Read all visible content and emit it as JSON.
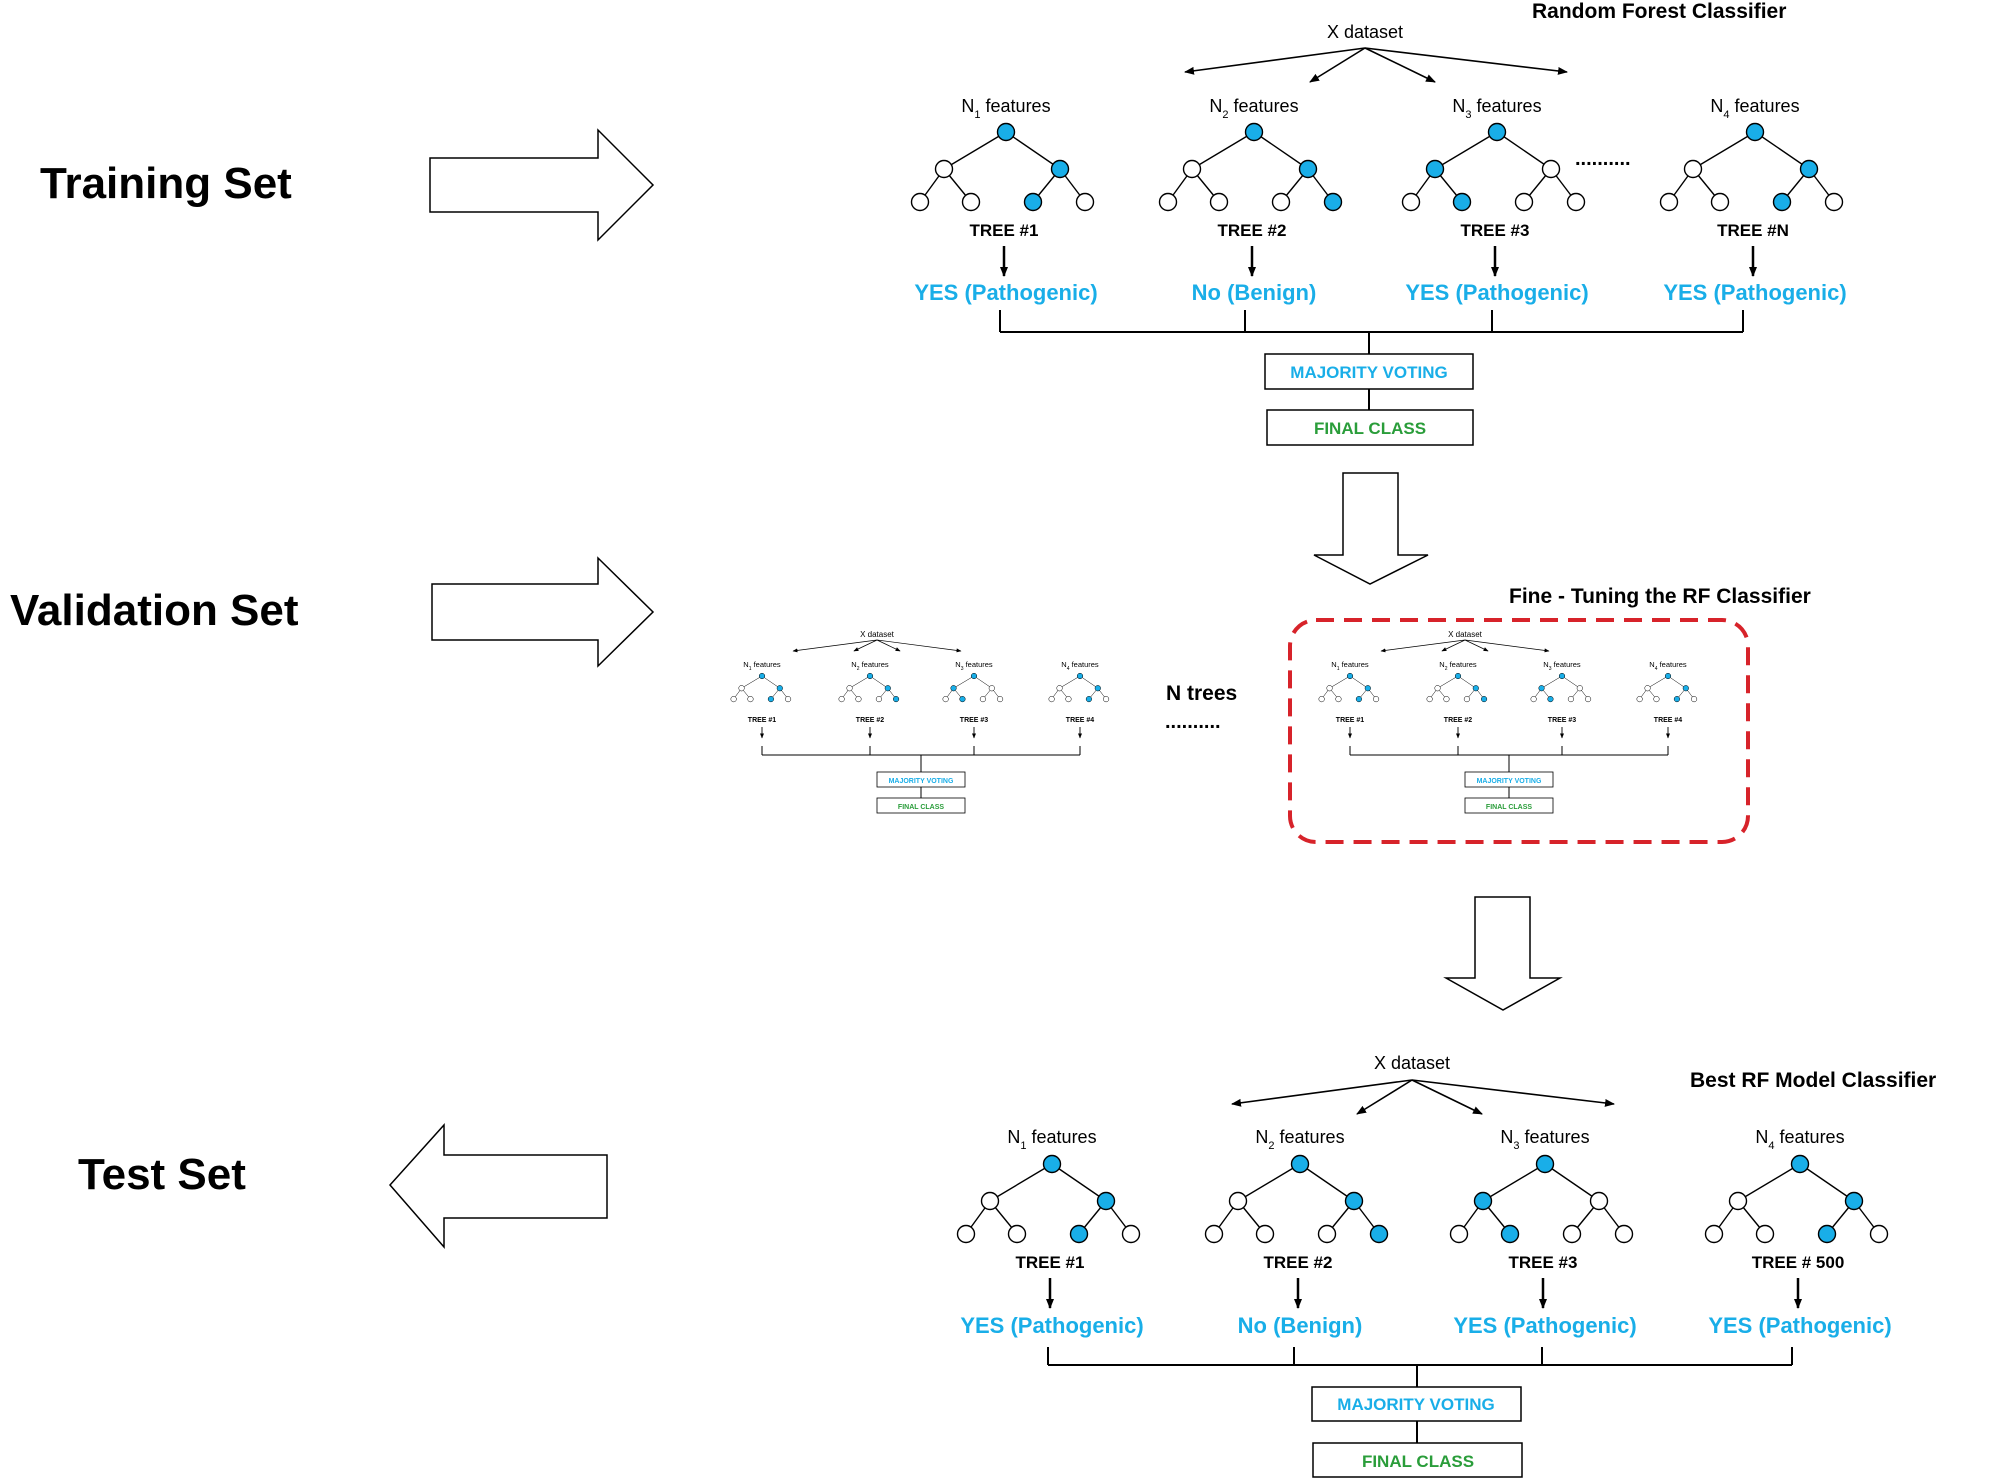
{
  "stages": {
    "training": "Training Set",
    "validation": "Validation Set",
    "test": "Test Set"
  },
  "training_rf": {
    "title": "Random Forest Classifier",
    "dataset": "X dataset",
    "features": [
      "N1 features",
      "N2 features",
      "N3 features",
      "N4 features"
    ],
    "trees": [
      "TREE #1",
      "TREE #2",
      "TREE #3",
      "TREE #N"
    ],
    "outcomes": [
      "YES (Pathogenic)",
      "No (Benign)",
      "YES (Pathogenic)",
      "YES (Pathogenic)"
    ],
    "dots": "..........",
    "majority_voting": "MAJORITY VOTING",
    "final_class": "FINAL CLASS"
  },
  "validation": {
    "title": "Fine - Tuning the RF Classifier",
    "n_trees": "N trees",
    "dots": "..........",
    "mini": {
      "dataset": "X dataset",
      "features": [
        "N1 features",
        "N2 features",
        "N3 features",
        "N4 features"
      ],
      "trees": [
        "TREE #1",
        "TREE #2",
        "TREE #3",
        "TREE #4"
      ],
      "majority_voting": "MAJORITY VOTING",
      "final_class": "FINAL CLASS"
    }
  },
  "test_rf": {
    "title": "Best RF Model Classifier",
    "dataset": "X dataset",
    "features": [
      "N1 features",
      "N2 features",
      "N3 features",
      "N4 features"
    ],
    "trees": [
      "TREE #1",
      "TREE #2",
      "TREE #3",
      "TREE # 500"
    ],
    "outcomes": [
      "YES (Pathogenic)",
      "No (Benign)",
      "YES (Pathogenic)",
      "YES (Pathogenic)"
    ],
    "majority_voting": "MAJORITY VOTING",
    "final_class": "FINAL CLASS"
  },
  "colors": {
    "node_fill": "#19aee8",
    "outcome_text": "#19aee8",
    "final_text": "#2a9d3a",
    "dashed_border": "#d7232a"
  }
}
